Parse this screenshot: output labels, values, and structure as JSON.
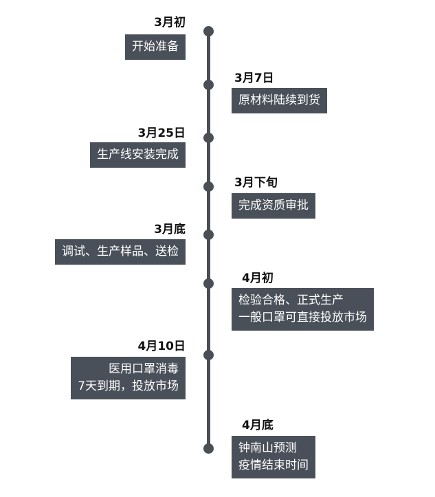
{
  "events": [
    {
      "date": "3月初",
      "lines": [
        "开始准备"
      ]
    },
    {
      "date": "3月7日",
      "lines": [
        "原材料陆续到货"
      ]
    },
    {
      "date": "3月25日",
      "lines": [
        "生产线安装完成"
      ]
    },
    {
      "date": "3月下旬",
      "lines": [
        "完成资质审批"
      ]
    },
    {
      "date": "3月底",
      "lines": [
        "调试、生产样品、送检"
      ]
    },
    {
      "date": "4月初",
      "lines": [
        "检验合格、正式生产",
        "一般口罩可直接投放市场"
      ]
    },
    {
      "date": "4月10日",
      "lines": [
        "医用口罩消毒",
        "7天到期，投放市场"
      ]
    },
    {
      "date": "4月底",
      "lines": [
        "钟南山预测",
        "疫情结束时间"
      ]
    }
  ]
}
